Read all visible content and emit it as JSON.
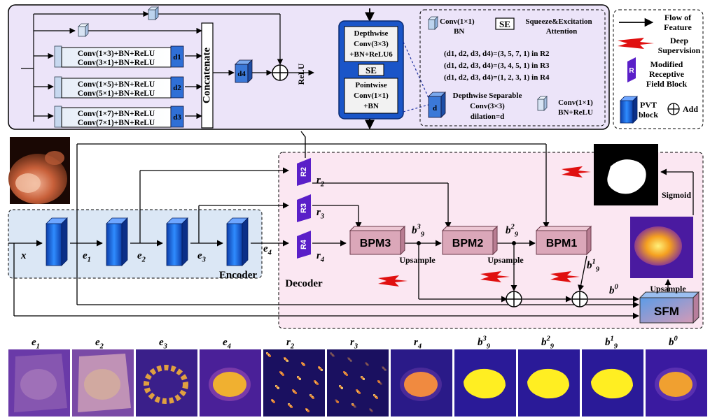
{
  "rfb": {
    "branches": [
      {
        "line1": "Conv(1×3)+BN+ReLU",
        "line2": "Conv(3×1)+BN+ReLU",
        "tag": "d1"
      },
      {
        "line1": "Conv(1×5)+BN+ReLU",
        "line2": "Conv(5×1)+BN+ReLU",
        "tag": "d2"
      },
      {
        "line1": "Conv(1×7)+BN+ReLU",
        "line2": "Conv(7×1)+BN+ReLU",
        "tag": "d3"
      }
    ],
    "concat": "Concatenate",
    "d4": "d4",
    "relu": "ReLU"
  },
  "dsconv": {
    "depthwise": [
      "Depthwise",
      "Conv(3×3)",
      "+BN+ReLU6"
    ],
    "se": "SE",
    "pointwise": [
      "Pointwise",
      "Conv(1×1)",
      "+BN"
    ]
  },
  "notes": {
    "conv_bn": [
      "Conv(1×1)",
      "BN"
    ],
    "se_tag": "SE",
    "se_label": [
      "Squeeze&Excitation",
      "Attention"
    ],
    "dil": [
      "(d1, d2, d3, d4)=(3, 5, 7, 1) in R2",
      "(d1, d2, d3, d4)=(3, 4, 5, 1) in R3",
      "(d1, d2, d3, d4)=(1, 2, 3, 1) in R4"
    ],
    "ds_icon": "d",
    "ds_label": [
      "Depthwise Separable",
      "Conv(3×3)",
      "dilation=d"
    ],
    "conv_bn_relu": [
      "Conv(1×1)",
      "BN+ReLU"
    ]
  },
  "legend": {
    "flow": [
      "Flow of",
      "Feature"
    ],
    "deep": [
      "Deep",
      "Supervision"
    ],
    "rfb_tag": "R",
    "rfb": [
      "Modified",
      "Receptive",
      "Field Block"
    ],
    "pvt": [
      "PVT",
      "block"
    ],
    "add": "Add"
  },
  "main": {
    "x": "x",
    "e_labels": [
      "e",
      "e",
      "e",
      "e"
    ],
    "e_subs": [
      "1",
      "2",
      "3",
      "4"
    ],
    "encoder": "Encoder",
    "decoder": "Decoder",
    "rfb_tags": [
      "R2",
      "R3",
      "R4"
    ],
    "r_labels": [
      "r",
      "r",
      "r"
    ],
    "r_subs": [
      "2",
      "3",
      "4"
    ],
    "bpm": [
      "BPM3",
      "BPM2",
      "BPM1"
    ],
    "upsample": "Upsample",
    "b": "b",
    "b_sups": [
      "3",
      "2",
      "1"
    ],
    "b_sub": "9",
    "b0_sup": "0",
    "sfm": "SFM",
    "sigmoid": "Sigmoid"
  },
  "maps": [
    {
      "base": "e",
      "sub": "1",
      "sup": ""
    },
    {
      "base": "e",
      "sub": "2",
      "sup": ""
    },
    {
      "base": "e",
      "sub": "3",
      "sup": ""
    },
    {
      "base": "e",
      "sub": "4",
      "sup": ""
    },
    {
      "base": "r",
      "sub": "2",
      "sup": ""
    },
    {
      "base": "r",
      "sub": "3",
      "sup": ""
    },
    {
      "base": "r",
      "sub": "4",
      "sup": ""
    },
    {
      "base": "b",
      "sub": "9",
      "sup": "3"
    },
    {
      "base": "b",
      "sub": "9",
      "sup": "2"
    },
    {
      "base": "b",
      "sub": "9",
      "sup": "1"
    },
    {
      "base": "b",
      "sub": "",
      "sup": "0"
    }
  ],
  "colors": {
    "rfb_panel": "#ece4f9",
    "encoder_panel": "#dbe7f5",
    "decoder_panel": "#fbe7f2",
    "pvt_blue": "#1a6be0",
    "bpm": "#dba7b9",
    "rfb_purple": "#5a1fc8",
    "deep_red": "#e01010"
  }
}
